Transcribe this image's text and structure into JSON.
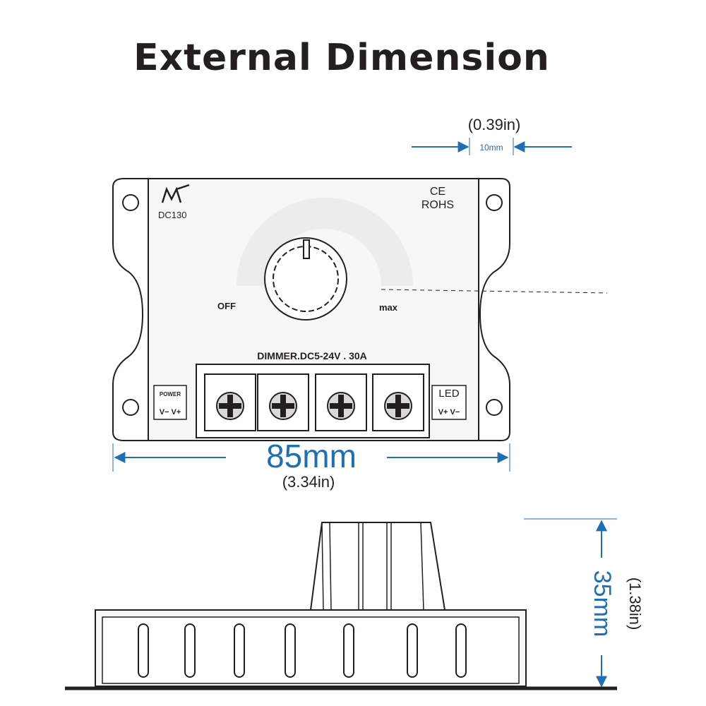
{
  "title": "External Dimension",
  "device": {
    "brand_logo": "MK",
    "model": "DC130",
    "cert_ce": "CE",
    "cert_rohs": "ROHS",
    "knob_off_label": "OFF",
    "knob_max_label": "max",
    "spec_label": "DIMMER.DC5-24V . 30A",
    "power_label": "POWER",
    "power_pins": "V− V+",
    "led_label": "LED",
    "led_pins": "V+ V−"
  },
  "dimensions": {
    "mount_tab": {
      "metric": "10mm",
      "imperial": "(0.39in)"
    },
    "width": {
      "metric": "85mm",
      "imperial": "(3.34in)"
    },
    "height": {
      "metric": "35mm",
      "imperial": "(1.38in)"
    }
  },
  "colors": {
    "accent": "#1f6fb4",
    "line": "#231f20",
    "panel": "#f3f3f3",
    "knob_arc": "#ececec"
  }
}
